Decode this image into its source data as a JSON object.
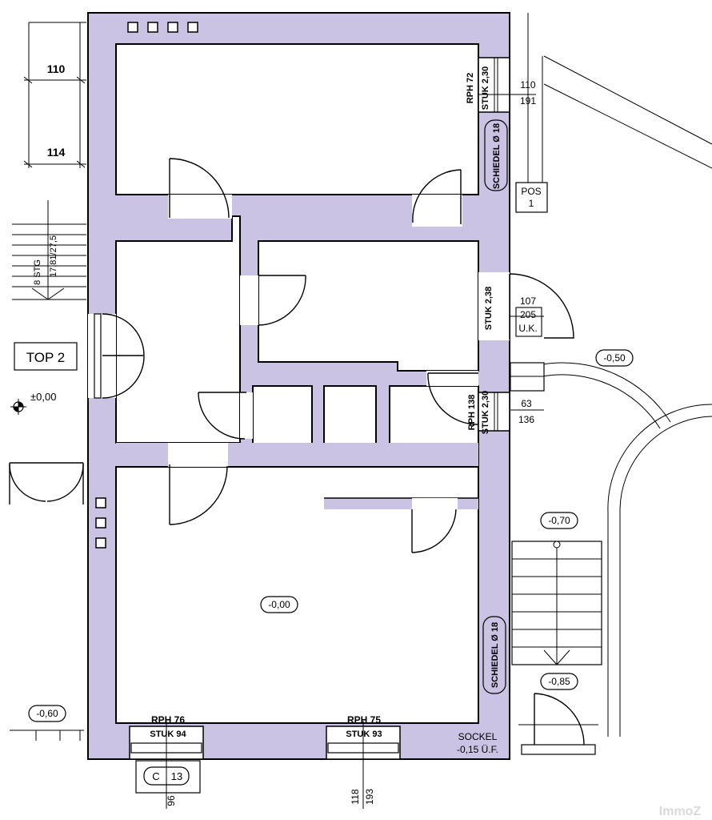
{
  "dims": {
    "left_top": "110",
    "left_bottom": "114",
    "stairs_left": "8 STG",
    "stairs_left_sub": "17,81/27,5"
  },
  "unit_label": "TOP 2",
  "level_zero": "±0,00",
  "windows": {
    "rph72": "RPH 72",
    "stuk230a": "STUK 2,30",
    "w110": "110",
    "w191": "191",
    "stuk238": "STUK 2,38",
    "w107": "107",
    "w205": "205",
    "uk": "U.K.",
    "rph138": "RPH 138",
    "stuk230b": "STUK 2,30",
    "w63": "63",
    "w136": "136",
    "rph76": "RPH 76",
    "stuk94": "STUK 94",
    "rph75": "RPH 75",
    "stuk93": "STUK 93",
    "w96": "96",
    "w118": "118",
    "w193": "193"
  },
  "chimneys": {
    "upper": "SCHIEDEL Ø 18",
    "lower": "SCHIEDEL Ø 18"
  },
  "pos": {
    "line1": "POS",
    "line2": "1"
  },
  "levels": {
    "m050": "-0,50",
    "m070": "-0,70",
    "m085": "-0,85",
    "m060": "-0,60",
    "room": "-0,00"
  },
  "sockel": {
    "line1": "SOCKEL",
    "line2": "-0,15 Ü.F."
  },
  "c13": {
    "letter": "C",
    "num": "13"
  },
  "watermark": "ImmoZ",
  "colors": {
    "wall": "#cbc3e3"
  }
}
